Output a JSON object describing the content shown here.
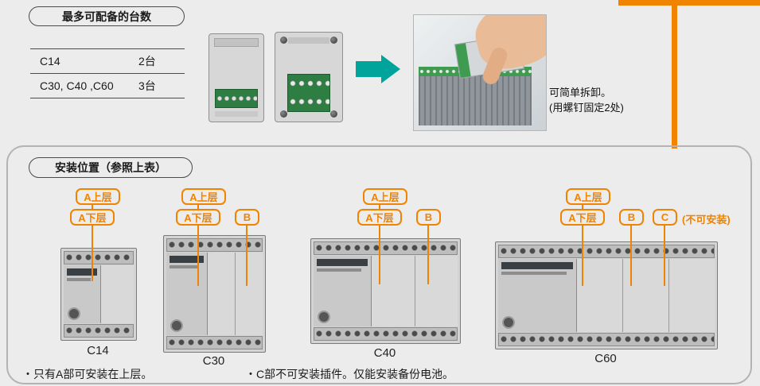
{
  "colors": {
    "accent_orange": "#f08300",
    "arrow_teal": "#00a49b",
    "background": "#ececec"
  },
  "max_units": {
    "title": "最多可配备的台数",
    "rows": [
      {
        "model": "C14",
        "count": "2台"
      },
      {
        "model": "C30, C40 ,C60",
        "count": "3台"
      }
    ]
  },
  "photo": {
    "caption_line1": "可简单拆卸。",
    "caption_line2": "(用螺钉固定2处)"
  },
  "install": {
    "title": "安装位置（参照上表）",
    "units": [
      {
        "name": "C14",
        "upper": "A上层",
        "lower": "A下层"
      },
      {
        "name": "C30",
        "upper": "A上层",
        "lower": "A下层",
        "b": "B"
      },
      {
        "name": "C40",
        "upper": "A上层",
        "lower": "A下层",
        "b": "B"
      },
      {
        "name": "C60",
        "upper": "A上层",
        "lower": "A下层",
        "b": "B",
        "c": "C",
        "c_note": "(不可安装)"
      }
    ],
    "footnotes": [
      "・只有A部可安装在上层。",
      "・C部不可安装插件。仅能安装备份电池。"
    ]
  }
}
